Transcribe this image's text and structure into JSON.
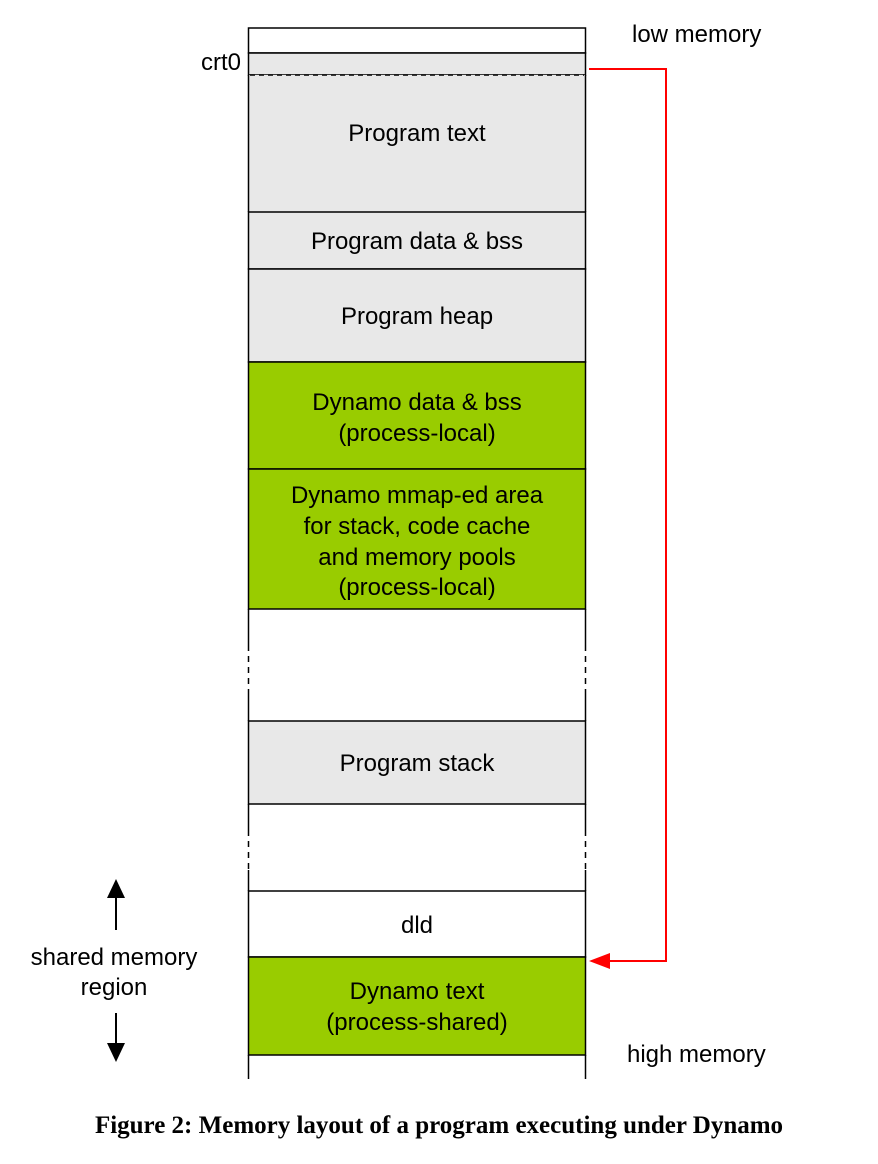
{
  "labels": {
    "low_memory": "low memory",
    "high_memory": "high memory",
    "crt0": "crt0",
    "shared_line1": "shared memory",
    "shared_line2": "region"
  },
  "regions": [
    {
      "key": "program-text",
      "lines": [
        "Program text"
      ],
      "fill": "#e8e8e8"
    },
    {
      "key": "program-data-bss",
      "lines": [
        "Program data & bss"
      ],
      "fill": "#e8e8e8"
    },
    {
      "key": "program-heap",
      "lines": [
        "Program heap"
      ],
      "fill": "#e8e8e8"
    },
    {
      "key": "dynamo-data-bss",
      "lines": [
        "Dynamo data & bss",
        "(process-local)"
      ],
      "fill": "#99cc00"
    },
    {
      "key": "dynamo-mmap-area",
      "lines": [
        "Dynamo mmap-ed area",
        "for stack, code cache",
        "and memory pools",
        "(process-local)"
      ],
      "fill": "#99cc00"
    },
    {
      "key": "program-stack",
      "lines": [
        "Program stack"
      ],
      "fill": "#e8e8e8"
    },
    {
      "key": "dld",
      "lines": [
        "dld"
      ],
      "fill": "#ffffff"
    },
    {
      "key": "dynamo-text",
      "lines": [
        "Dynamo text",
        "(process-shared)"
      ],
      "fill": "#99cc00"
    }
  ],
  "colors": {
    "program_region": "#e8e8e8",
    "dynamo_region": "#99cc00",
    "arrow": "#ff0000"
  },
  "caption": "Figure 2: Memory layout of a program executing under Dynamo"
}
